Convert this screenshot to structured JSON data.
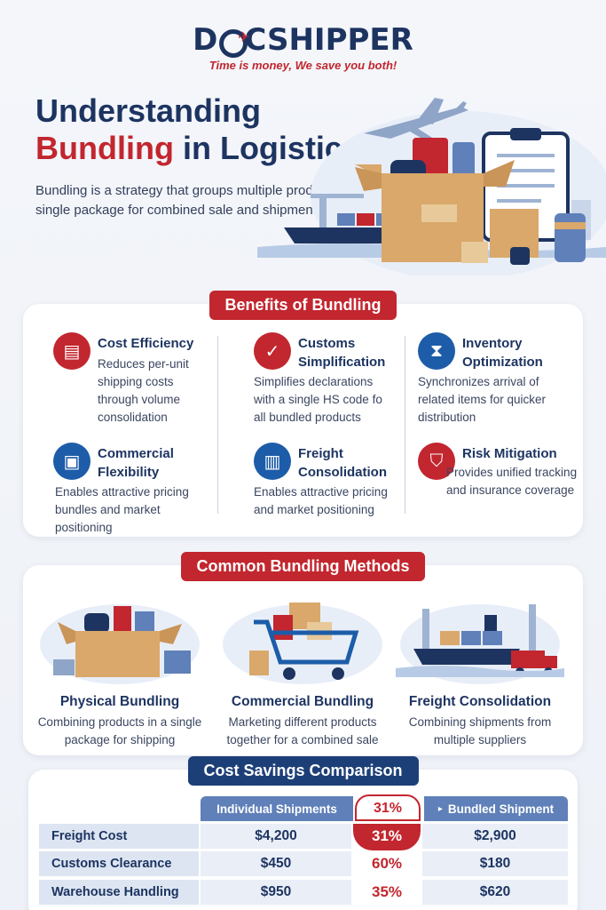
{
  "brand": {
    "logo_prefix": "D",
    "logo_suffix": "CSHIPPER",
    "tagline": "Time is money, We save you both!",
    "colors": {
      "navy": "#1d3461",
      "red": "#c2262e",
      "blue": "#1d5ca8"
    }
  },
  "hero": {
    "title_line1": "Understanding",
    "title_red": "Bundling",
    "title_rest": " in Logistics",
    "subtitle": "Bundling is a strategy that groups multiple products into a single package for combined sale and shipment."
  },
  "benefits": {
    "heading": "Benefits of Bundling",
    "items": [
      {
        "title": "Cost Efficiency",
        "desc": "Reduces per-unit shipping costs through volume consolidation",
        "icon": "stacked-boxes-icon"
      },
      {
        "title": "Customs Simplification",
        "desc": "Simplifies declarations with a single HS code fo all bundled products",
        "icon": "clipboard-check-icon"
      },
      {
        "title": "Inventory Optimization",
        "desc": "Synchronizes arrival of related items for quicker distribution",
        "icon": "box-clock-icon"
      },
      {
        "title": "Commercial Flexibility",
        "desc": "Enables attractive pricing bundles and market positioning",
        "icon": "gift-box-icon"
      },
      {
        "title": "Freight Consolidation",
        "desc": "Enables attractive pricing and market positioning",
        "icon": "container-icon"
      },
      {
        "title": "Risk Mitigation",
        "desc": "Provides unified tracking and insurance coverage",
        "icon": "shield-icon"
      }
    ]
  },
  "methods": {
    "heading": "Common Bundling Methods",
    "items": [
      {
        "title": "Physical Bundling",
        "desc": "Combining products in a single package for shipping"
      },
      {
        "title": "Commercial Bundling",
        "desc": "Marketing different products together for a combined sale"
      },
      {
        "title": "Freight Consolidation",
        "desc": "Combining shipments from multiple suppliers"
      }
    ]
  },
  "savings": {
    "heading": "Cost Savings Comparison",
    "col_individual": "Individual Shipments",
    "col_pct": "31%",
    "col_bundled": "Bundled Shipment",
    "rows": [
      {
        "label": "Freight Cost",
        "individual": "$4,200",
        "pct": "31%",
        "bundled": "$2,900"
      },
      {
        "label": "Customs Clearance",
        "individual": "$450",
        "pct": "60%",
        "bundled": "$180"
      },
      {
        "label": "Warehouse Handling",
        "individual": "$950",
        "pct": "35%",
        "bundled": "$620"
      }
    ]
  }
}
